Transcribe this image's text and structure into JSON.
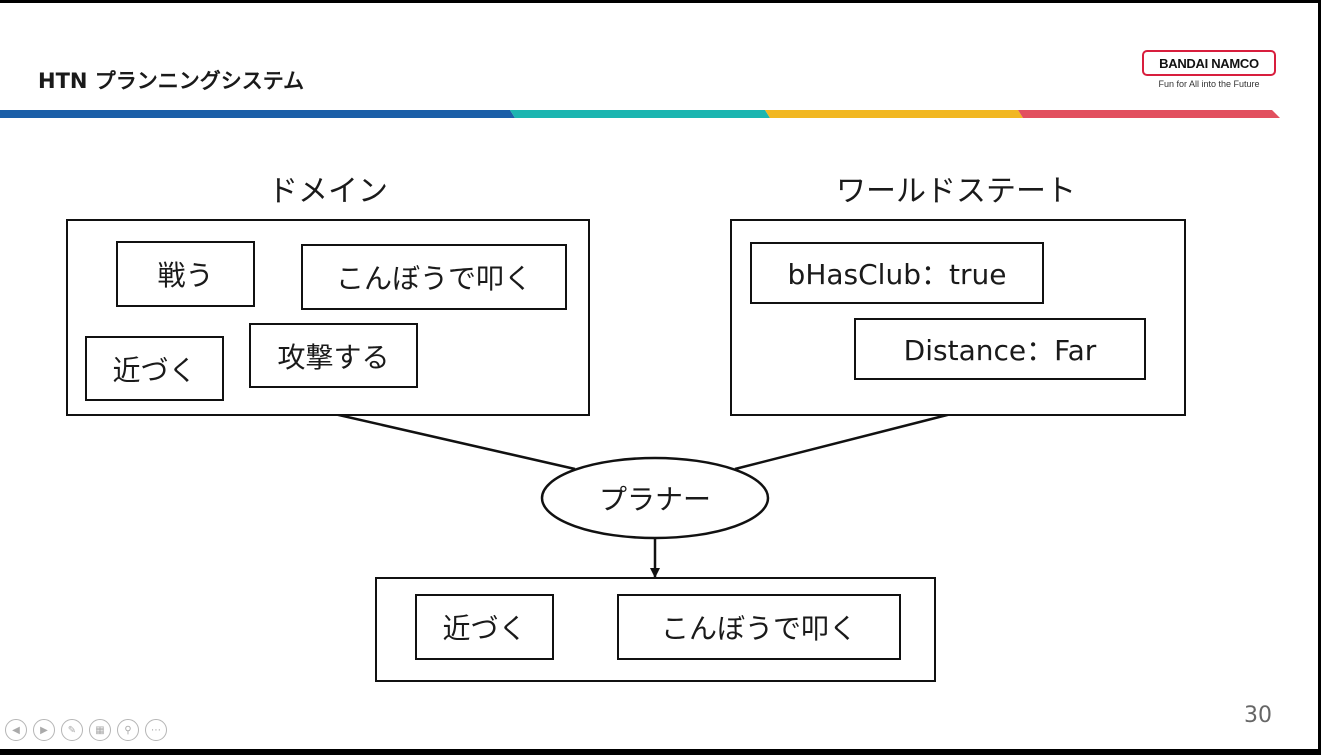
{
  "slide": {
    "title": "HTN プランニングシステム",
    "page_number": "30"
  },
  "logo": {
    "brand": "BANDAI NAMCO",
    "tagline": "Fun for All into the Future",
    "colors": {
      "red": "#d81e3d"
    }
  },
  "color_bar": {
    "colors": [
      "#1b5fa8",
      "#1bb5b0",
      "#f1b722",
      "#e2505f"
    ]
  },
  "diagram": {
    "domain": {
      "heading": "ドメイン",
      "items": [
        "戦う",
        "こんぼうで叩く",
        "近づく",
        "攻撃する"
      ]
    },
    "world_state": {
      "heading": "ワールドステート",
      "items": [
        "bHasClub：true",
        "Distance：Far"
      ]
    },
    "planner": "プラナー",
    "plan": {
      "steps": [
        "近づく",
        "こんぼうで叩く"
      ]
    }
  },
  "toolbar": {
    "buttons": [
      {
        "name": "previous",
        "icon": "left-arrow-icon"
      },
      {
        "name": "next",
        "icon": "right-arrow-icon"
      },
      {
        "name": "pen",
        "icon": "pen-icon"
      },
      {
        "name": "slides",
        "icon": "slides-icon"
      },
      {
        "name": "zoom",
        "icon": "zoom-icon"
      },
      {
        "name": "more",
        "icon": "more-icon"
      }
    ]
  }
}
